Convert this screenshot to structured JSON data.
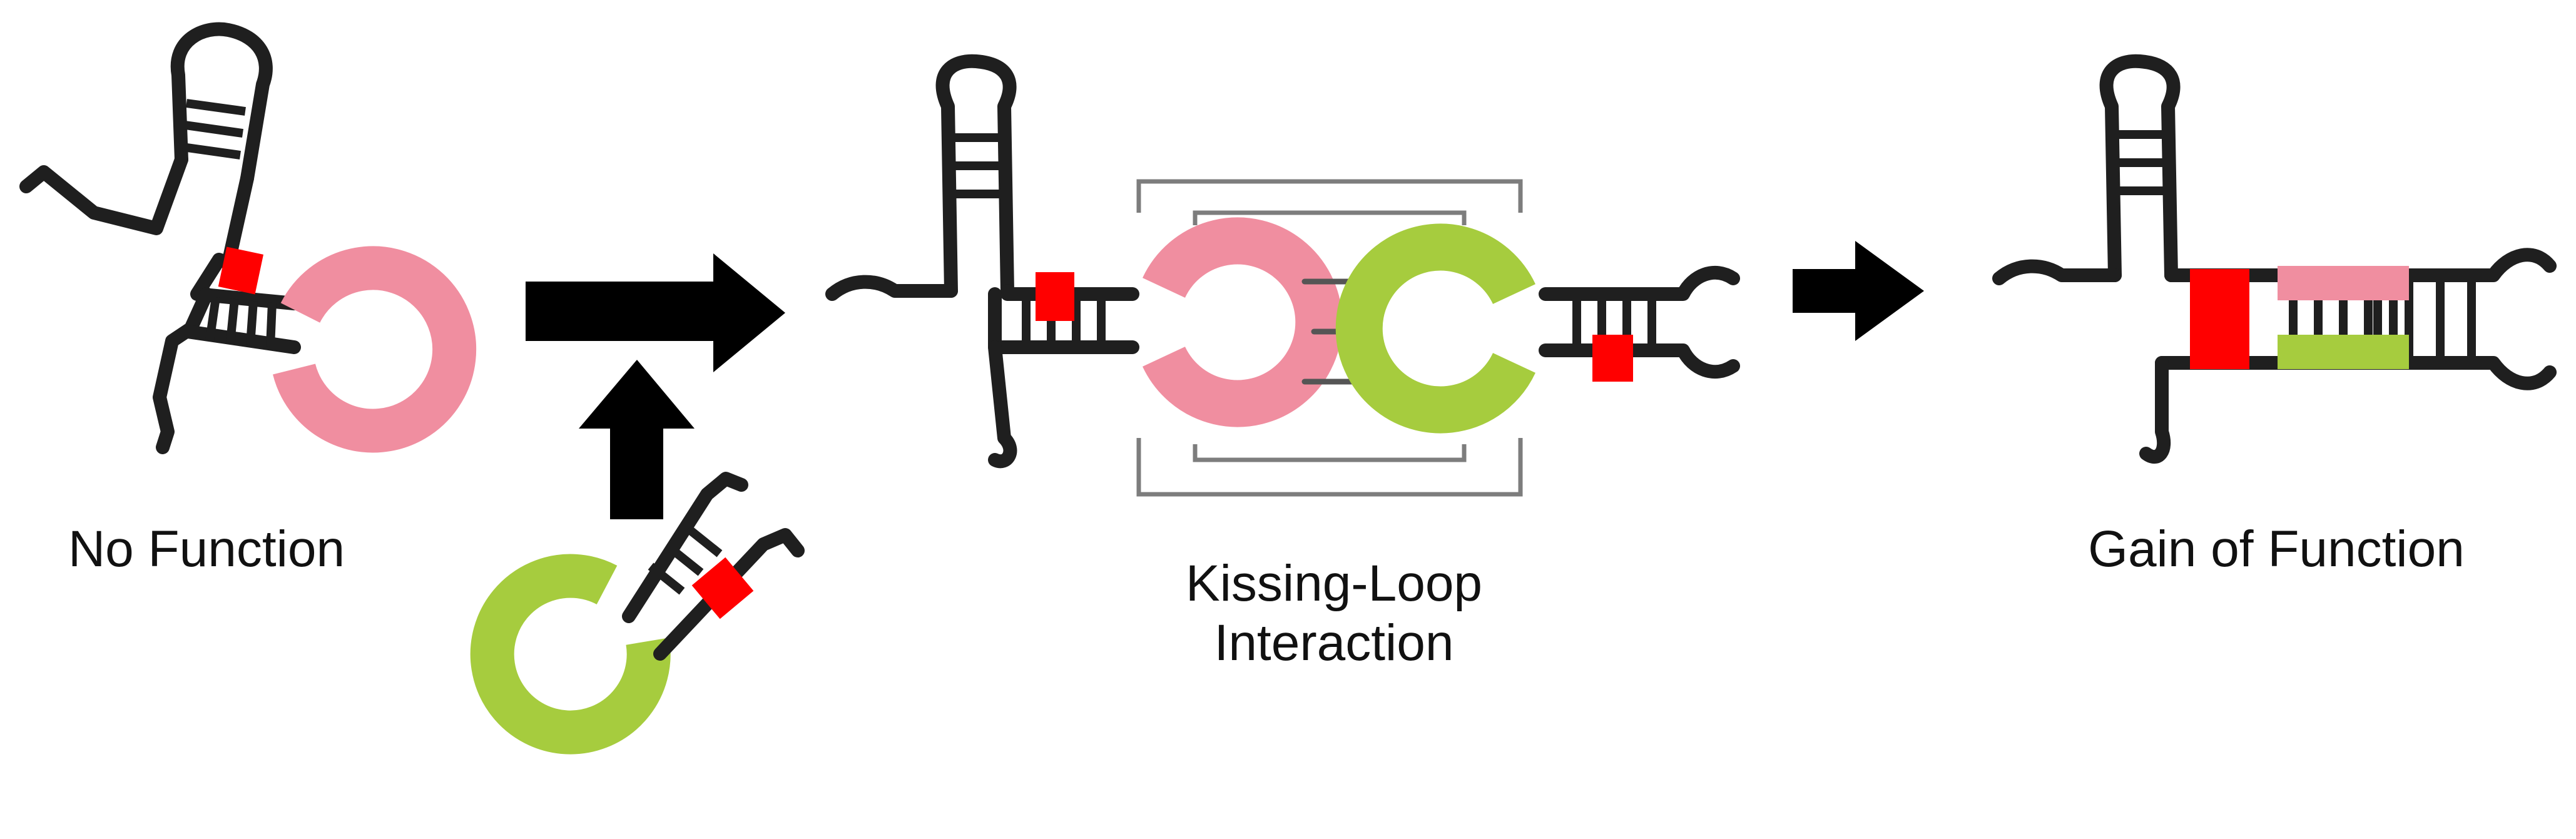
{
  "labels": {
    "no_function": "No Function",
    "kissing_loop_line1": "Kissing-Loop",
    "kissing_loop_line2": "Interaction",
    "gain_of_function": "Gain of Function"
  },
  "colors": {
    "strand": "#1f1f1f",
    "pink_loop": "#f08ea0",
    "green_loop": "#a6cc3e",
    "marker_red": "#ff0000",
    "bracket_gray": "#7d7d7d",
    "arrow": "#000000",
    "background": "#ffffff"
  }
}
